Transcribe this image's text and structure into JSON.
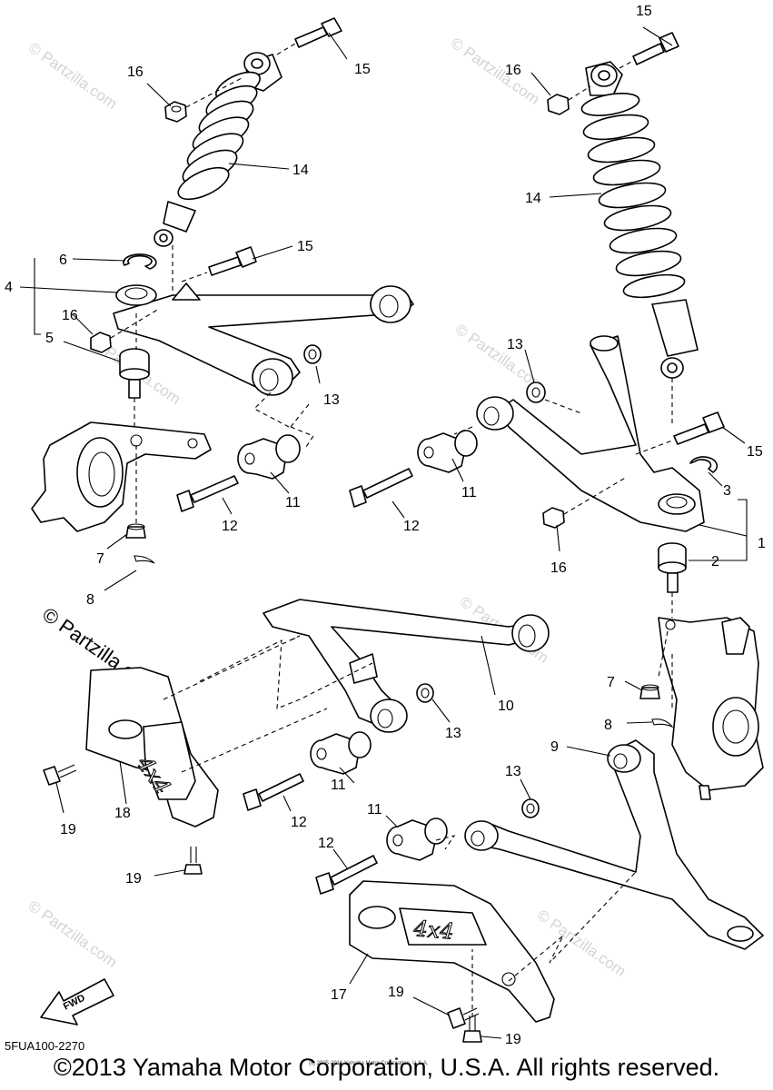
{
  "callouts": [
    {
      "id": "c15a",
      "text": "15"
    },
    {
      "id": "c16a",
      "text": "16"
    },
    {
      "id": "c14a",
      "text": "14"
    },
    {
      "id": "c15b",
      "text": "15"
    },
    {
      "id": "c6",
      "text": "6"
    },
    {
      "id": "c4",
      "text": "4"
    },
    {
      "id": "c16b",
      "text": "16"
    },
    {
      "id": "c5",
      "text": "5"
    },
    {
      "id": "c13a",
      "text": "13"
    },
    {
      "id": "c11a",
      "text": "11"
    },
    {
      "id": "c12a",
      "text": "12"
    },
    {
      "id": "c7a",
      "text": "7"
    },
    {
      "id": "c8a",
      "text": "8"
    },
    {
      "id": "c15c",
      "text": "15"
    },
    {
      "id": "c16c",
      "text": "16"
    },
    {
      "id": "c14b",
      "text": "14"
    },
    {
      "id": "c13b",
      "text": "13"
    },
    {
      "id": "c15d",
      "text": "15"
    },
    {
      "id": "c3",
      "text": "3"
    },
    {
      "id": "c1",
      "text": "1"
    },
    {
      "id": "c2",
      "text": "2"
    },
    {
      "id": "c11b",
      "text": "11"
    },
    {
      "id": "c12b",
      "text": "12"
    },
    {
      "id": "c16d",
      "text": "16"
    },
    {
      "id": "c10",
      "text": "10"
    },
    {
      "id": "c13c",
      "text": "13"
    },
    {
      "id": "c7b",
      "text": "7"
    },
    {
      "id": "c8b",
      "text": "8"
    },
    {
      "id": "c9",
      "text": "9"
    },
    {
      "id": "c11c",
      "text": "11"
    },
    {
      "id": "c12c",
      "text": "12"
    },
    {
      "id": "c18",
      "text": "18"
    },
    {
      "id": "c19a",
      "text": "19"
    },
    {
      "id": "c19b",
      "text": "19"
    },
    {
      "id": "c13d",
      "text": "13"
    },
    {
      "id": "c11d",
      "text": "11"
    },
    {
      "id": "c12d",
      "text": "12"
    },
    {
      "id": "c17",
      "text": "17"
    },
    {
      "id": "c19c",
      "text": "19"
    },
    {
      "id": "c19d",
      "text": "19"
    }
  ],
  "watermark": {
    "big": "© Partzilla.com",
    "small": "© Partzilla.com"
  },
  "fwd_label": "FWD",
  "decal_text": "4x4",
  "diagram_code": "5FUA100-2270",
  "fine_print": "(c) 2005-2016 Yamaha Motor Corporation, U.S.A.",
  "copyright": "©2013 Yamaha Motor Corporation, U.S.A. All rights reserved."
}
